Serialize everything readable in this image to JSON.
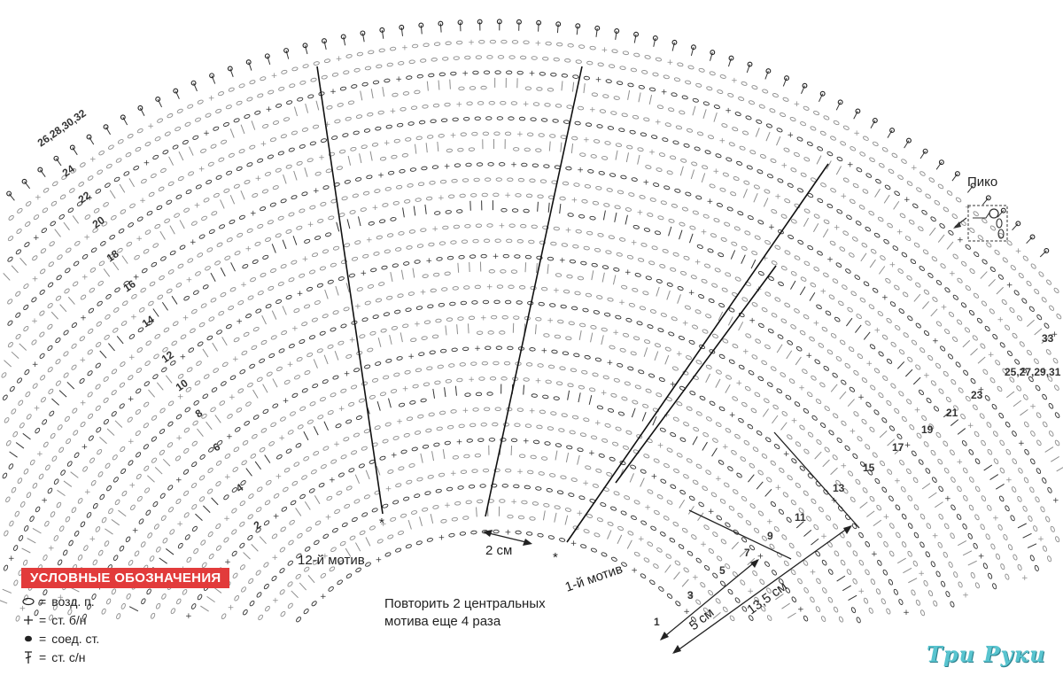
{
  "labels": {
    "motif12": "12-й мотив",
    "motif1": "1-й мотив",
    "picot": "Пико",
    "dim_2cm": "2 см",
    "dim_5cm": "5 см",
    "dim_13_5cm": "13,5 см",
    "star": "*"
  },
  "repeat_note": {
    "line1": "Повторить 2 центральных",
    "line2": "мотива еще 4 раза"
  },
  "legend": {
    "title": "УСЛОВНЫЕ ОБОЗНАЧЕНИЯ",
    "items": [
      {
        "symbol": "chain-oval",
        "text": "возд. п."
      },
      {
        "symbol": "plus",
        "text": "ст. б/н"
      },
      {
        "symbol": "dot",
        "text": "соед. ст."
      },
      {
        "symbol": "t-cross",
        "text": "ст. с/н"
      }
    ]
  },
  "row_numbers_left": [
    "2",
    "4",
    "6",
    "8",
    "10",
    "12",
    "14",
    "16",
    "18",
    "20",
    "22",
    "24",
    "26,28,30,32"
  ],
  "row_numbers_right": [
    "1",
    "3",
    "5",
    "7",
    "9",
    "11",
    "13",
    "15",
    "17",
    "19",
    "21",
    "23",
    "25,27,29,31",
    "33"
  ],
  "watermark": "Три Руки"
}
